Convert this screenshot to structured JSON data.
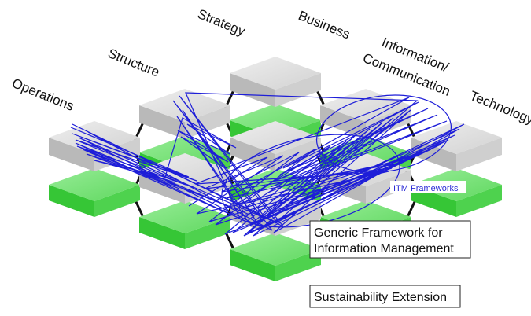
{
  "dimensions": {
    "strategy": "Strategy",
    "business": "Business",
    "information": [
      "Information/",
      "Communication"
    ],
    "structure": "Structure",
    "technology": "Technology",
    "operations": "Operations"
  },
  "itm_label": "ITM Frameworks",
  "generic_framework_label": [
    "Generic Framework for",
    "Information Management"
  ],
  "sustainability_label": "Sustainability Extension",
  "colors": {
    "grey_top": "#e3e3e3",
    "grey_left": "#b9b9b9",
    "grey_right": "#cfcfcf",
    "green_top": "#7de07d",
    "green_left": "#36c636",
    "green_right": "#4ed24e",
    "scribble": "#1d1dd8",
    "connector": "#111111"
  }
}
